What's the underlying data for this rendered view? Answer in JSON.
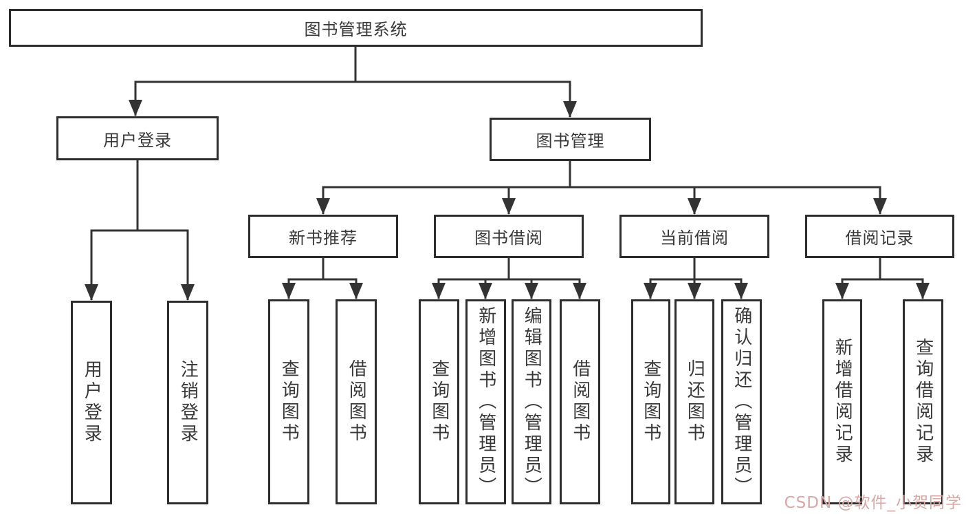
{
  "diagram": {
    "type": "tree",
    "background": "#ffffff",
    "line_color": "#333333",
    "border_color": "#2d2d2d",
    "text_color": "#383838",
    "root": {
      "label": "图书管理系统"
    },
    "level2": [
      {
        "label": "用户登录"
      },
      {
        "label": "图书管理"
      }
    ],
    "level3": [
      {
        "label": "新书推荐"
      },
      {
        "label": "图书借阅"
      },
      {
        "label": "当前借阅"
      },
      {
        "label": "借阅记录"
      }
    ],
    "leaves": {
      "user_login": [
        "用户登录",
        "注销登录"
      ],
      "new_book": [
        "查询图书",
        "借阅图书"
      ],
      "book_borrow": [
        "查询图书",
        "新增图书（管理员）",
        "编辑图书（管理员）",
        "借阅图书"
      ],
      "current_borrow": [
        "查询图书",
        "归还图书",
        "确认归还（管理员）"
      ],
      "borrow_records": [
        "新增借阅记录",
        "查询借阅记录"
      ]
    },
    "watermark": {
      "text": "CSDN @软件_小贺同学",
      "color": "#d9a8a6"
    }
  }
}
